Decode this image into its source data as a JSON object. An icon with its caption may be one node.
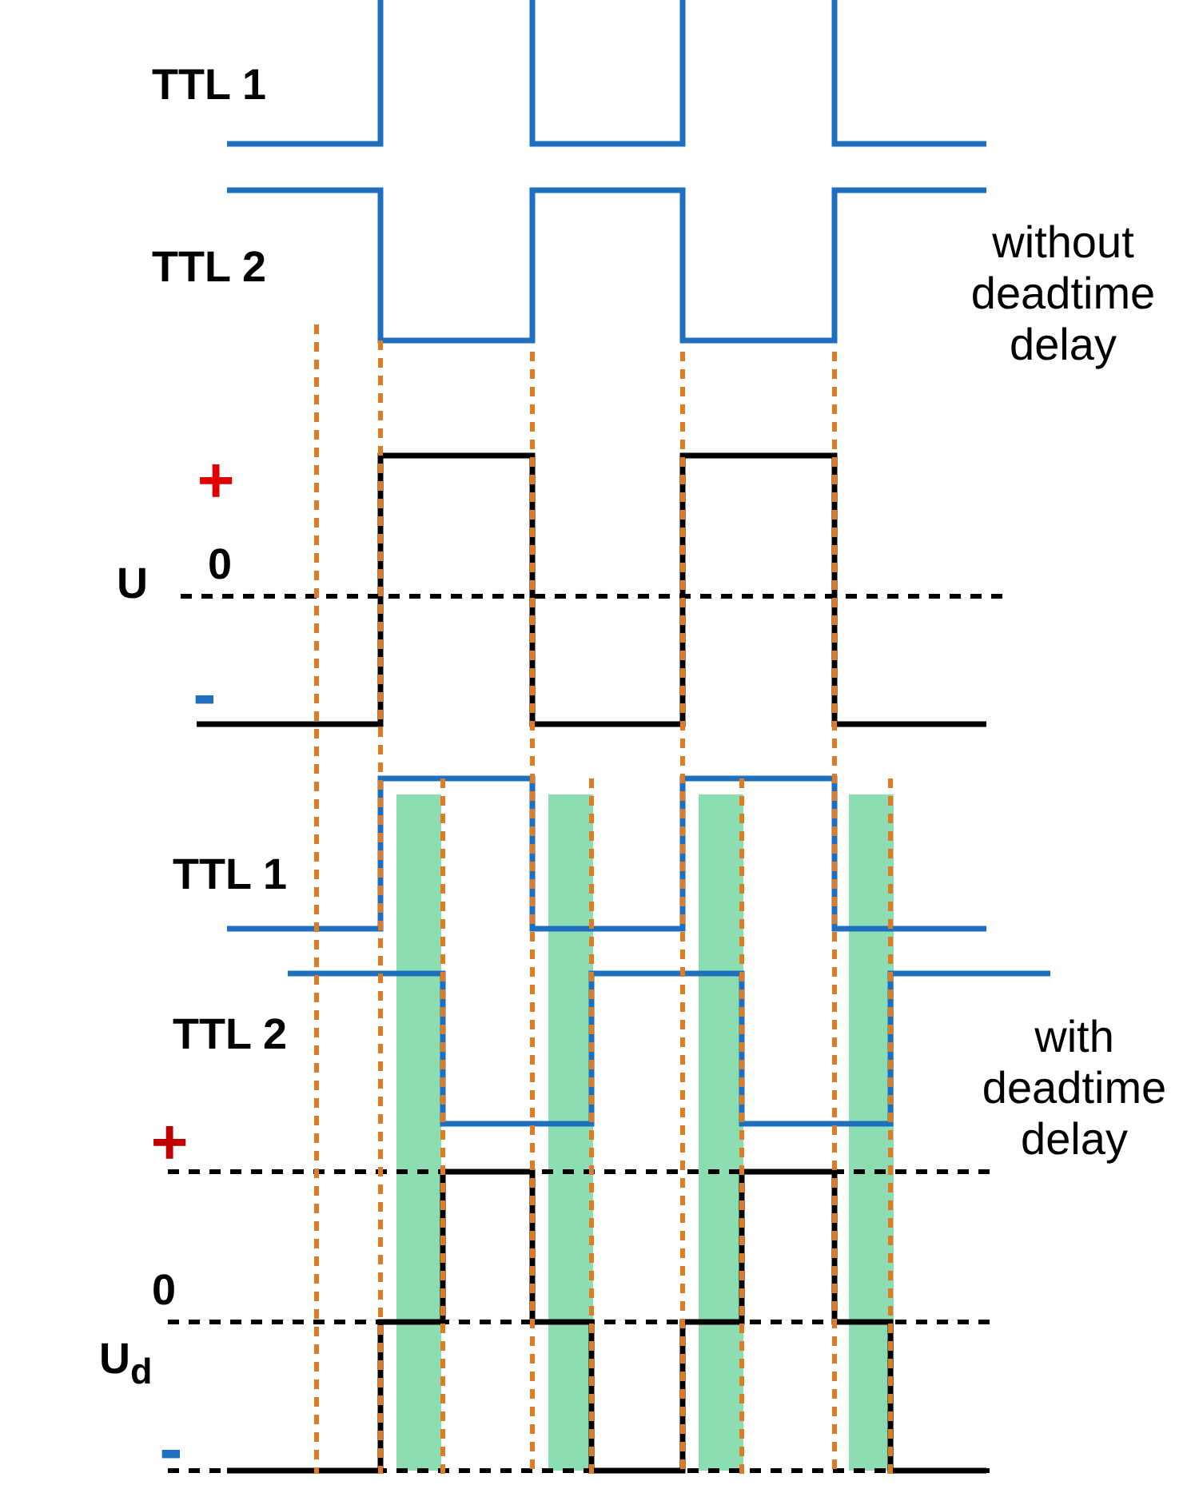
{
  "diagram": {
    "labels": [
      "TTL 1",
      "TTL 2",
      "without deadtime delay",
      "+",
      "0",
      "U",
      "-",
      "TTL 1",
      "TTL 2",
      "with deadtime delay",
      "+",
      "0",
      "U$_{d}$",
      "-"
    ]
  }
}
